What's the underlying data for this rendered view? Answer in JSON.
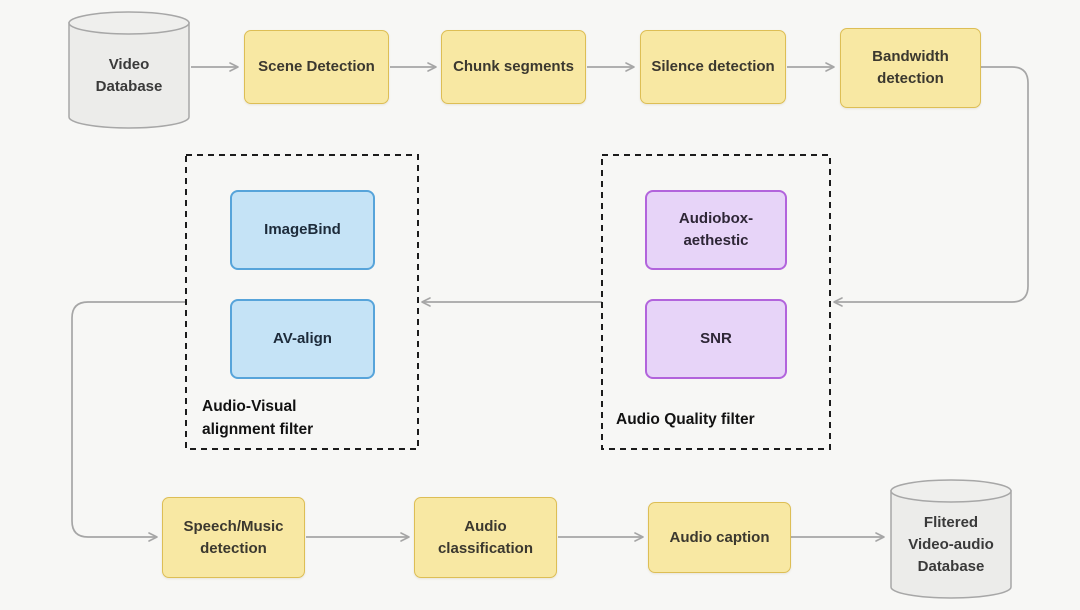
{
  "figure": {
    "title": "Video-audio filtering pipeline diagram",
    "nodes": {
      "video_database": "Video\nDatabase",
      "scene_detection": "Scene Detection",
      "chunk_segments": "Chunk segments",
      "silence_detection": "Silence detection",
      "bandwidth_detection": "Bandwidth\ndetection",
      "imagebind": "ImageBind",
      "av_align": "AV-align",
      "audiobox_aethestic": "Audiobox-\naethestic",
      "snr": "SNR",
      "speech_music_detection": "Speech/Music\ndetection",
      "audio_classification": "Audio\nclassification",
      "audio_caption": "Audio caption",
      "filtered_video_audio_database": "Flitered\nVideo-audio\nDatabase"
    },
    "groups": {
      "audio_visual_filter_label": "Audio-Visual\nalignment filter",
      "audio_quality_filter_label": "Audio Quality filter"
    },
    "flow": [
      "Video Database -> Scene Detection -> Chunk segments -> Silence detection -> Bandwidth detection",
      "Bandwidth detection -> Audio Quality filter",
      "Audio Quality filter -> Audio-Visual alignment filter",
      "Audio-Visual alignment filter -> Speech/Music detection -> Audio classification -> Audio caption -> Flitered Video-audio Database"
    ],
    "colors": {
      "background": "#F7F7F5",
      "process_box_fill": "#F8E8A3",
      "process_box_border": "#DDBE55",
      "alignment_box_fill": "#C5E3F6",
      "alignment_box_border": "#57A4DA",
      "quality_box_fill": "#E7D4F8",
      "quality_box_border": "#B264DC",
      "database_fill": "#ECECEA",
      "database_border": "#A7A7A7",
      "connector": "#A6A6A6",
      "dashed_group_border": "#1C1C1C",
      "text": "#3A3A3A"
    }
  }
}
